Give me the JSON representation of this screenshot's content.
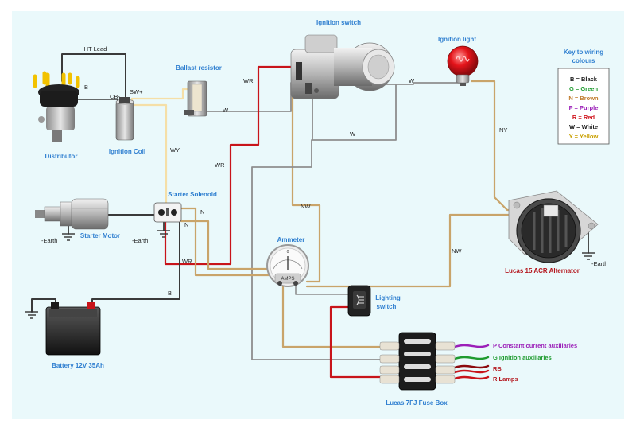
{
  "labels": {
    "ignition_switch": "Ignition switch",
    "ignition_light": "Ignition light",
    "ballast_resistor": "Ballast resistor",
    "distributor": "Distributor",
    "ignition_coil": "Ignition Coil",
    "starter_solenoid": "Starter Solenoid",
    "starter_motor": "Starter Motor",
    "ammeter": "Ammeter",
    "lighting_switch_line1": "Lighting",
    "lighting_switch_line2": "switch",
    "battery": "Battery 12V 35Ah",
    "fuse_box": "Lucas 7FJ Fuse Box",
    "alternator": "Lucas 15 ACR Alternator",
    "earth": "-Earth"
  },
  "key": {
    "title_line1": "Key to wiring",
    "title_line2": "colours",
    "entries": [
      {
        "text": "B = Black",
        "color": "#1a1a1a"
      },
      {
        "text": "G = Green",
        "color": "#1e9b2f"
      },
      {
        "text": "N = Brown",
        "color": "#c07a2a"
      },
      {
        "text": "P = Purple",
        "color": "#9b1fb8"
      },
      {
        "text": "R = Red",
        "color": "#d0141c"
      },
      {
        "text": "W = White",
        "color": "#1a1a1a"
      },
      {
        "text": "Y = Yellow",
        "color": "#c9a000"
      }
    ]
  },
  "wire_labels": {
    "ht_lead": "HT Lead",
    "b": "B",
    "cb": "CB-",
    "sw": "SW+",
    "w": "W",
    "wr": "WR",
    "wy": "WY",
    "n": "N",
    "nw": "NW",
    "ny": "NY"
  },
  "ammeter": {
    "amps": "AMPS",
    "zero": "0"
  },
  "fuse_outputs": [
    {
      "text": "P Constant current auxiliaries",
      "color": "#9b1fb8"
    },
    {
      "text": "G Ignition auxiliaries",
      "color": "#1e9b2f"
    },
    {
      "text": "RB",
      "color": "#b4151c"
    },
    {
      "text": "R Lamps",
      "color": "#b4151c"
    }
  ],
  "colors": {
    "background": "#eaf9fb",
    "black": "#3a3a3a",
    "grey": "#8e8e8e",
    "red": "#c8141a",
    "tan": "#c9a46a",
    "yellow_light": "#f5dfa7",
    "purple": "#9b1fb8",
    "green": "#1e9b2f"
  }
}
